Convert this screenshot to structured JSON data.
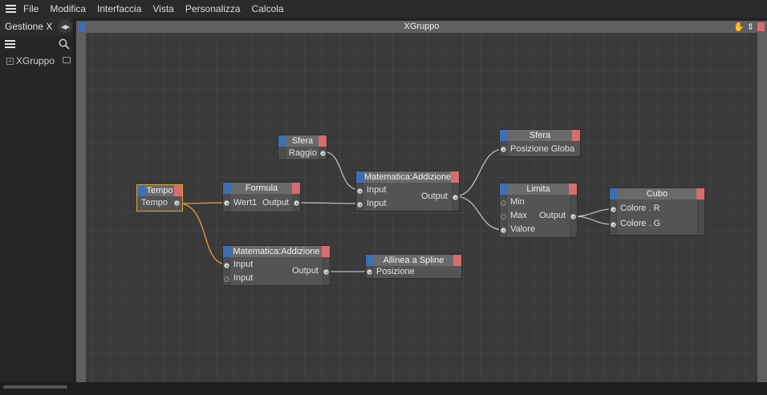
{
  "menubar": {
    "items": [
      "File",
      "Modifica",
      "Interfaccia",
      "Vista",
      "Personalizza",
      "Calcola"
    ]
  },
  "left_panel": {
    "title": "Gestione X",
    "tree": [
      {
        "label": "XGruppo"
      }
    ]
  },
  "editor": {
    "title": "XGruppo"
  },
  "nodes": {
    "tempo": {
      "name": "Tempo",
      "out": "Tempo"
    },
    "formula": {
      "name": "Formula",
      "in": "Wert1",
      "out": "Output"
    },
    "sfera1": {
      "name": "Sfera",
      "out": "Raggio"
    },
    "add1": {
      "name": "Matematica:Addizione",
      "in1": "Input",
      "in2": "Input",
      "out": "Output"
    },
    "sfera2": {
      "name": "Sfera",
      "in": "Posizione Globa"
    },
    "limita": {
      "name": "Limita",
      "in1": "Min",
      "in2": "Max",
      "in3": "Valore",
      "out": "Output"
    },
    "cubo": {
      "name": "Cubo",
      "in1": "Colore . R",
      "in2": "Colore . G"
    },
    "add2": {
      "name": "Matematica:Addizione",
      "in1": "Input",
      "in2": "Input",
      "out": "Output"
    },
    "spline": {
      "name": "Allinea a Spline",
      "in": "Posizione"
    }
  },
  "colors": {
    "port_head_in": "#3d6fb6",
    "port_head_out": "#d86c6c",
    "selection": "#e3a23e",
    "wire": "#bdbdbd",
    "wire_selected": "#e3a23e"
  }
}
